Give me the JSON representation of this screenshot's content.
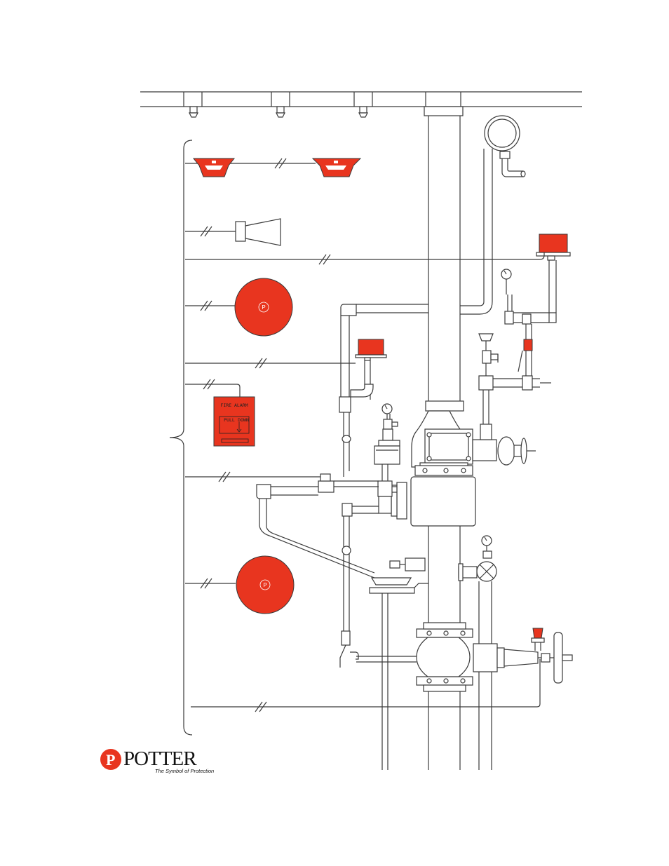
{
  "pull_station": {
    "title": "FIRE ALARM",
    "instruction_left": "PULL",
    "instruction_right": "DOWN"
  },
  "bells": [
    {
      "label": "P"
    },
    {
      "label": "P"
    }
  ],
  "brand": {
    "name": "POTTER",
    "tagline": "The Symbol of Protection",
    "mark": "P",
    "accent_color": "#e8351f"
  },
  "colors": {
    "device_red": "#e8351f",
    "line": "#3a3a3a"
  }
}
